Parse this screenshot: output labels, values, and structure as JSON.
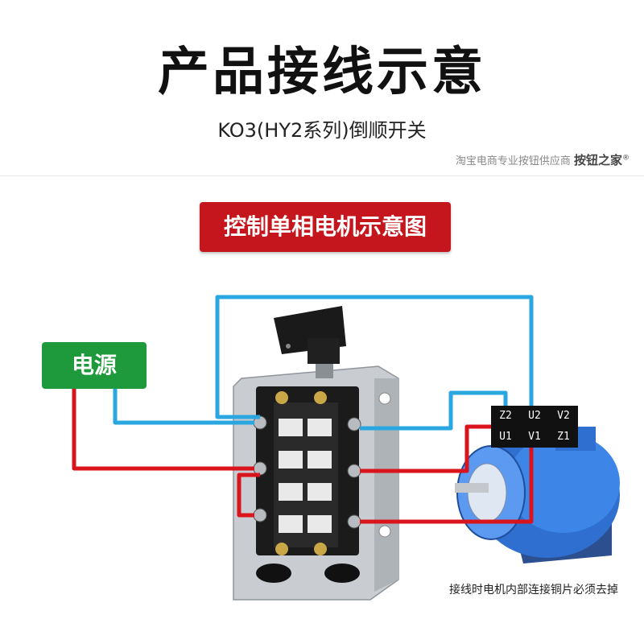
{
  "title": "产品接线示意",
  "subtitle": "KO3(HY2系列)倒顺开关",
  "shop": {
    "prefix": "淘宝电商专业按钮供应商",
    "brand": "按钮之家",
    "mark": "®"
  },
  "banner": "控制单相电机示意图",
  "power_label": "电源",
  "motor_terminals": {
    "top": [
      "Z2",
      "U2",
      "V2"
    ],
    "bottom": [
      "U1",
      "V1",
      "Z1"
    ]
  },
  "note": "接线时电机内部连接铜片必须去掉",
  "colors": {
    "red": "#d9141c",
    "blue": "#2aa7e0",
    "banner": "#c4161c",
    "power": "#1e9a3c"
  }
}
